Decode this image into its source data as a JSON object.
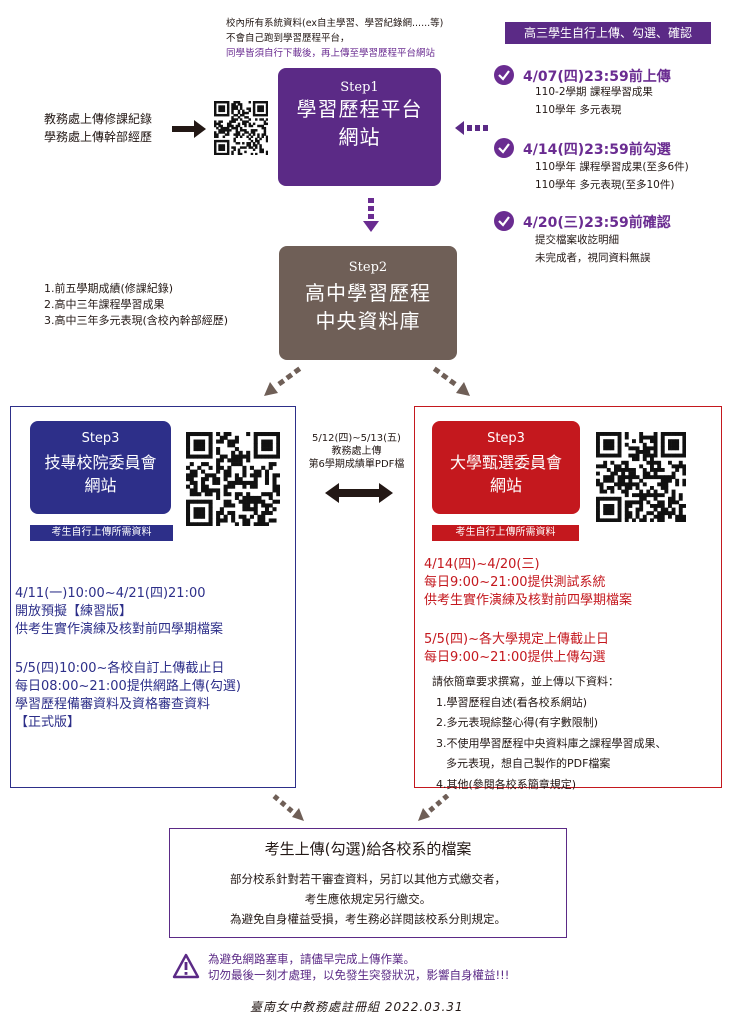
{
  "top_note": {
    "line1": "校內所有系統資料(ex自主學習、學習紀錄網......等)",
    "line2": "不會自己跑到學習歷程平台，",
    "line3": "同學皆須自行下載後，再上傳至學習歷程平台網站"
  },
  "header_badge": "高三學生自行上傳、勾選、確認",
  "academic_note": {
    "line1": "教務處上傳修課紀錄",
    "line2": "學務處上傳幹部經歷"
  },
  "step1": {
    "label": "Step1",
    "title_line1": "學習歷程平台",
    "title_line2": "網站",
    "color": "#5b2a86"
  },
  "checklist": [
    {
      "deadline": "4/07(四)23:59前上傳",
      "sub": [
        "110-2學期 課程學習成果",
        "110學年 多元表現"
      ]
    },
    {
      "deadline": "4/14(四)23:59前勾選",
      "sub": [
        "110學年 課程學習成果(至多6件)",
        "110學年 多元表現(至多10件)"
      ]
    },
    {
      "deadline": "4/20(三)23:59前確認",
      "sub": [
        "提交檔案收訖明細",
        "未完成者，視同資料無誤"
      ]
    }
  ],
  "step2": {
    "label": "Step2",
    "title_line1": "高中學習歷程",
    "title_line2": "中央資料庫",
    "color": "#6f5f57"
  },
  "grade_list": [
    "1.前五學期成績(修課紀錄)",
    "2.高中三年課程學習成果",
    "3.高中三年多元表現(含校內幹部經歷)"
  ],
  "step3_left": {
    "label": "Step3",
    "title_line1": "技專校院委員會",
    "title_line2": "網站",
    "tag": "考生自行上傳所需資料",
    "color": "#2d2f89"
  },
  "step3_right": {
    "label": "Step3",
    "title_line1": "大學甄選委員會",
    "title_line2": "網站",
    "tag": "考生自行上傳所需資料",
    "color": "#c4181e"
  },
  "exchange_note": {
    "line1": "5/12(四)~5/13(五)",
    "line2": "教務處上傳",
    "line3": "第6學期成績單PDF檔"
  },
  "left_panel": {
    "block1": [
      "4/11(一)10:00~4/21(四)21:00",
      "開放預擬【練習版】",
      "供考生實作演練及核對前四學期檔案"
    ],
    "block2": [
      "5/5(四)10:00~各校自訂上傳截止日",
      "每日08:00~21:00提供網路上傳(勾選)",
      "學習歷程備審資料及資格審查資料",
      "【正式版】"
    ]
  },
  "right_panel": {
    "block1": [
      "4/14(四)~4/20(三)",
      "每日9:00~21:00提供測試系統",
      "供考生實作演練及核對前四學期檔案"
    ],
    "block2": [
      "5/5(四)~各大學規定上傳截止日",
      "每日9:00~21:00提供上傳勾選"
    ],
    "list": [
      "請依簡章要求撰寫，並上傳以下資料：",
      "1.學習歷程自述(看各校系網站)",
      "2.多元表現綜整心得(有字數限制)",
      "3.不使用學習歷程中央資料庫之課程學習成果、",
      "多元表現，想自己製作的PDF檔案",
      "4.其他(參閱各校系簡章規定)"
    ]
  },
  "final_box": {
    "title": "考生上傳(勾選)給各校系的檔案",
    "lines": [
      "部分校系針對若干審查資料，另訂以其他方式繳交者，",
      "考生應依規定另行繳交。",
      "為避免自身權益受損，考生務必詳閱該校系分則規定。"
    ]
  },
  "warning": {
    "line1": "為避免網路塞車，請儘早完成上傳作業。",
    "line2": "切勿最後一刻才處理，以免發生突發狀況，影響自身權益!!!"
  },
  "footer_signature": "臺南女中教務處註冊組 2022.03.31"
}
